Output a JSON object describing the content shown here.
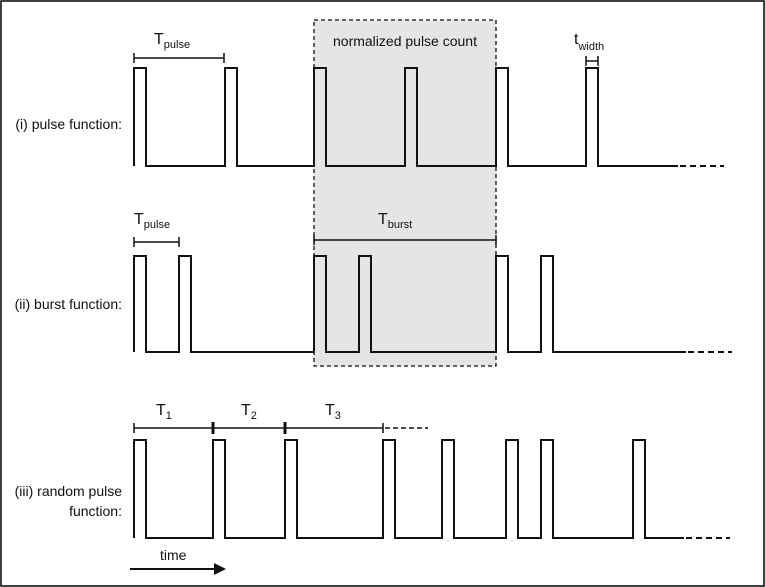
{
  "labels": {
    "row1": "(i) pulse function:",
    "row2": "(ii) burst function:",
    "row3_line1": "(iii) random pulse",
    "row3_line2": "function:",
    "normalized": "normalized pulse count",
    "time": "time"
  },
  "symbols": {
    "t_pulse_1": {
      "main": "T",
      "sub": "pulse"
    },
    "t_width": {
      "main": "t",
      "sub": "width"
    },
    "t_pulse_2": {
      "main": "T",
      "sub": "pulse"
    },
    "t_burst": {
      "main": "T",
      "sub": "burst"
    },
    "t1": {
      "main": "T",
      "sub": "1"
    },
    "t2": {
      "main": "T",
      "sub": "2"
    },
    "t3": {
      "main": "T",
      "sub": "3"
    }
  },
  "colors": {
    "line": "#111111",
    "highlight_fill": "#e5e5e5",
    "frame": "#000000"
  }
}
